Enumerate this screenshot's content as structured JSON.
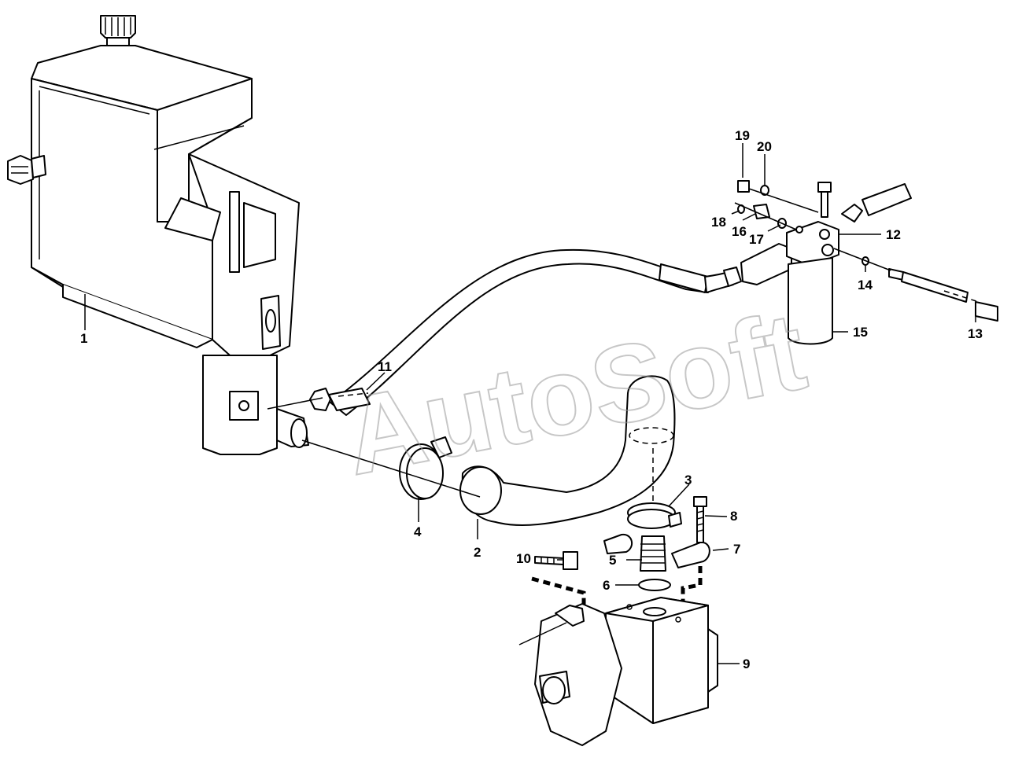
{
  "watermark": "AutoSoft",
  "callouts": {
    "c1": "1",
    "c2": "2",
    "c3": "3",
    "c4": "4",
    "c5": "5",
    "c6": "6",
    "c7": "7",
    "c8": "8",
    "c9": "9",
    "c10": "10",
    "c11": "11",
    "c12": "12",
    "c13": "13",
    "c14": "14",
    "c15": "15",
    "c16": "16",
    "c17": "17",
    "c18": "18",
    "c19": "19",
    "c20": "20"
  },
  "colors": {
    "line": "#000000",
    "background": "#ffffff",
    "watermark": "#9a9a9a"
  }
}
